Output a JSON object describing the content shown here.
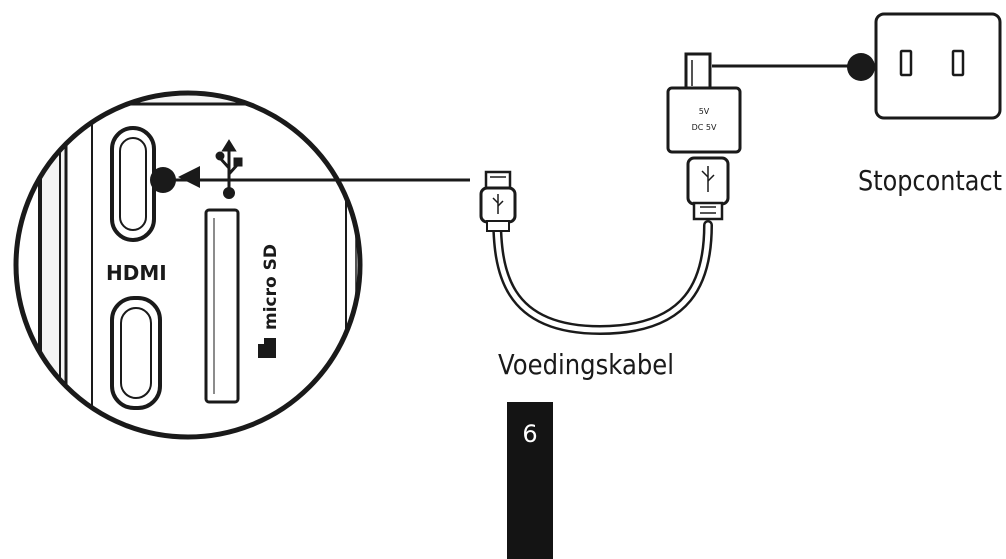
{
  "labels": {
    "hdmi": "HDMI",
    "micro_sd": "micro SD",
    "power_outlet": "Stopcontact",
    "power_cable": "Voedingskabel",
    "adapter_text_1": "5V",
    "adapter_text_2": "DC 5V"
  },
  "page": {
    "number": "6"
  }
}
